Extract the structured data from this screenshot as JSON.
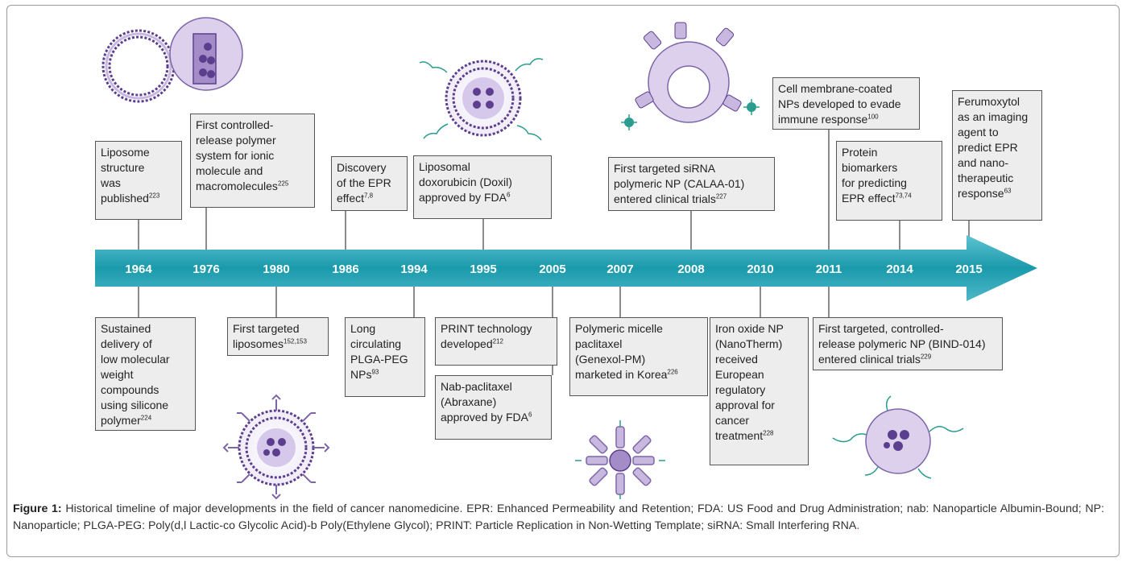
{
  "years": [
    "1964",
    "1976",
    "1980",
    "1986",
    "1994",
    "1995",
    "2005",
    "2007",
    "2008",
    "2010",
    "2011",
    "2014",
    "2015"
  ],
  "top_events": [
    {
      "text": "Liposome\nstructure\nwas\npublished",
      "ref": "223"
    },
    {
      "text": "First controlled-\nrelease polymer\nsystem for ionic\nmolecule and\nmacromolecules",
      "ref": "225"
    },
    {
      "text": "Discovery\nof the EPR\neffect",
      "ref": "7,8"
    },
    {
      "text": "Liposomal\ndoxorubicin (Doxil)\napproved by FDA",
      "ref": "6"
    },
    {
      "text": "First targeted siRNA\npolymeric NP (CALAA-01)\nentered clinical trials",
      "ref": "227"
    },
    {
      "text": "Cell membrane-coated\nNPs developed to evade\nimmune response",
      "ref": "100"
    },
    {
      "text": "Protein\nbiomarkers\nfor predicting\nEPR effect",
      "ref": "73,74"
    },
    {
      "text": "Ferumoxytol\nas an imaging\nagent to\npredict EPR\nand nano-\ntherapeutic\nresponse",
      "ref": "63"
    }
  ],
  "bottom_events": [
    {
      "text": "Sustained\ndelivery of\nlow molecular\nweight\ncompounds\nusing silicone\npolymer",
      "ref": "224"
    },
    {
      "text": "First targeted\nliposomes",
      "ref": "152,153"
    },
    {
      "text": "Long\ncirculating\nPLGA-PEG\nNPs",
      "ref": "93"
    },
    {
      "text": "PRINT technology\ndeveloped",
      "ref": "212"
    },
    {
      "text": "Nab-paclitaxel\n(Abraxane)\napproved by FDA",
      "ref": "6"
    },
    {
      "text": "Polymeric micelle\npaclitaxel\n(Genexol-PM)\nmarketed in Korea",
      "ref": "226"
    },
    {
      "text": "Iron oxide NP\n(NanoTherm)\nreceived\nEuropean\nregulatory\napproval for\ncancer\ntreatment",
      "ref": "228"
    },
    {
      "text": "First targeted, controlled-\nrelease polymeric NP (BIND-014)\nentered clinical trials",
      "ref": "229"
    }
  ],
  "caption": {
    "label": "Figure 1:",
    "text": " Historical timeline of major developments in the field of cancer nanomedicine. EPR: Enhanced Permeability and Retention; FDA: US Food and Drug Administration; nab: Nanoparticle Albumin-Bound; NP: Nanoparticle; PLGA-PEG: Poly(d,l Lactic-co Glycolic Acid)-b Poly(Ethylene Glycol); PRINT: Particle Replication in Non-Wetting Template; siRNA: Small Interfering RNA",
    "end": "."
  },
  "colors": {
    "arrow_dark": "#1a9aac",
    "arrow_light": "#6cc9d6",
    "particle_fill": "#c8b8e0",
    "particle_stroke": "#5b3f8e",
    "teal_accent": "#2a9d8f",
    "box_fill": "#ededed",
    "box_border": "#555555"
  }
}
